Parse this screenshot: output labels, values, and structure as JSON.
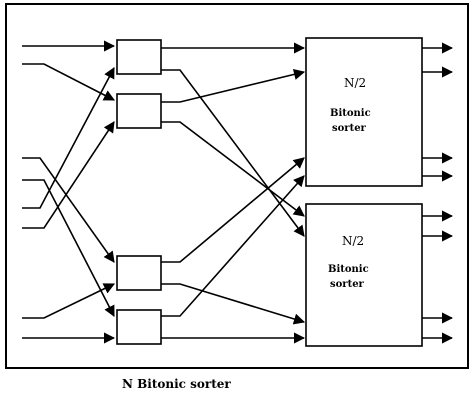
{
  "sorter_top": {
    "size": "N/2",
    "name_line1": "Bitonic",
    "name_line2": "sorter"
  },
  "sorter_bottom": {
    "size": "N/2",
    "name_line1": "Bitonic",
    "name_line2": "sorter"
  },
  "caption": "N Bitonic sorter",
  "colors": {
    "line": "#000000",
    "background": "#ffffff"
  }
}
